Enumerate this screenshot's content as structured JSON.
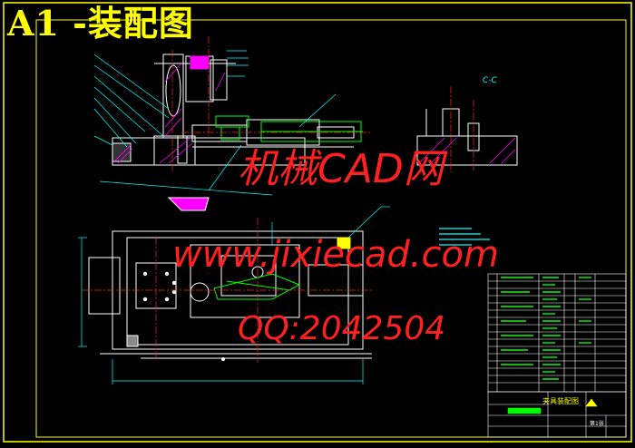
{
  "drawing": {
    "title": "A1 -装配图",
    "view_label": "C-C",
    "title_block_name": "夹具装配图",
    "title_block_page": "第1张"
  },
  "watermark": {
    "line1": "机械CAD网",
    "line2": "www.jixiecad.com",
    "line3": "QQ:2042504"
  },
  "colors": {
    "background": "#000000",
    "frame": "#ffff00",
    "part_lines": "#ffffff",
    "dimension_lines": "#00ffff",
    "center_lines": "#ff2020",
    "hidden_parts": "#00ff00",
    "hatch": "#ff00ff",
    "watermark": "#ff2020"
  }
}
